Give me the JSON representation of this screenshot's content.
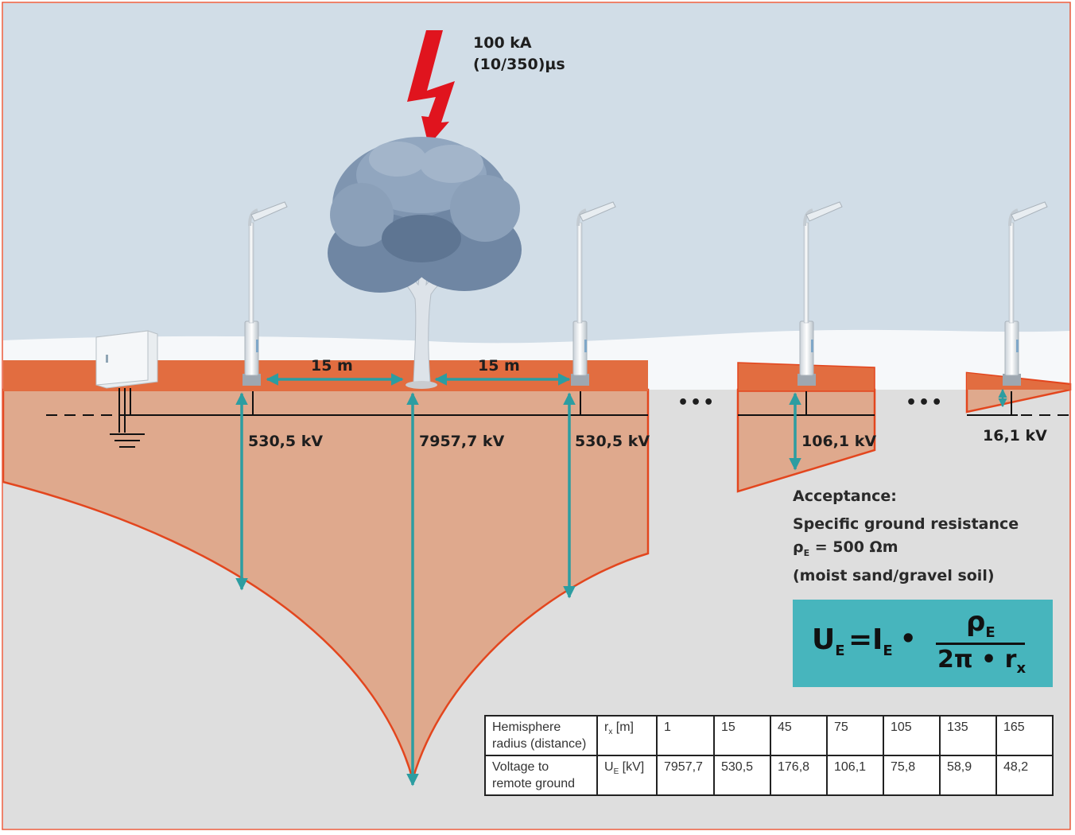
{
  "strike": {
    "current": "100 kA",
    "waveform": "(10/350)µs"
  },
  "distances": {
    "left": "15 m",
    "right": "15 m"
  },
  "dots": [
    "•••",
    "•••"
  ],
  "voltages": {
    "pole1": "530,5 kV",
    "tree": "7957,7 kV",
    "pole2": "530,5 kV",
    "pole3": "106,1 kV",
    "pole4": "16,1 kV"
  },
  "info": {
    "heading": "Acceptance:",
    "line1": "Specific ground resistance",
    "line2_symbol": "ρ",
    "line2_sub": "E",
    "line2_rest": " = 500 Ωm",
    "line3": "(moist sand/gravel soil)"
  },
  "formula": {
    "lhs": "U",
    "lhs_sub": "E",
    "eq": "=",
    "i": "I",
    "i_sub": "E",
    "dot": "•",
    "num": "ρ",
    "num_sub": "E",
    "den": "2π • r",
    "den_sub": "x"
  },
  "table": {
    "row1_label_line1": "Hemisphere",
    "row1_label_line2": "radius (distance)",
    "row1_unit": "r",
    "row1_unit_sub": "x",
    "row1_unit_rest": " [m]",
    "row1_values": [
      "1",
      "15",
      "45",
      "75",
      "105",
      "135",
      "165"
    ],
    "row2_label_line1": "Voltage to",
    "row2_label_line2": "remote ground",
    "row2_unit": "U",
    "row2_unit_sub": "E",
    "row2_unit_rest": " [kV]",
    "row2_values": [
      "7957,7",
      "530,5",
      "176,8",
      "106,1",
      "75,8",
      "58,9",
      "48,2"
    ]
  },
  "colors": {
    "sky": "#d1dde7",
    "ground": "#dedede",
    "cone": "#dfa98d",
    "surface": "#e26d40",
    "outline": "#e3461e",
    "arrow": "#2c9da1",
    "formula_bg": "#47b5bd",
    "bolt": "#e0141e",
    "frame": "#e8593a"
  },
  "icons": [
    "lightning-bolt-icon",
    "tree-icon",
    "street-lamp-icon",
    "electrical-cabinet-icon",
    "ground-symbol-icon"
  ]
}
